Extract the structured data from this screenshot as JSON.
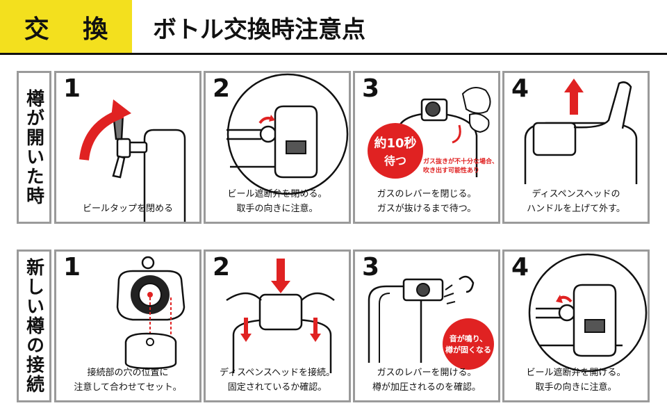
{
  "header": {
    "tag": "交 換",
    "title": "ボトル交換時注意点"
  },
  "colors": {
    "accent_yellow": "#f3e01e",
    "arrow_red": "#e02222",
    "border_gray": "#9a9a9a"
  },
  "sections": [
    {
      "label": "樽が開いた時",
      "steps": [
        {
          "num": "1",
          "caption": [
            "ビールタップを閉める"
          ]
        },
        {
          "num": "2",
          "caption": [
            "ビール遮断弁を閉める。",
            "取手の向きに注意。"
          ]
        },
        {
          "num": "3",
          "caption": [
            "ガスのレバーを閉じる。",
            "ガスが抜けるまで待つ。"
          ],
          "badge": [
            "約10秒",
            "待つ"
          ],
          "note": [
            "ガス抜きが不十分な場合、",
            "吹き出す可能性あり"
          ]
        },
        {
          "num": "4",
          "caption": [
            "ディスペンスヘッドの",
            "ハンドルを上げて外す。"
          ]
        }
      ]
    },
    {
      "label": "新しい樽の接続",
      "steps": [
        {
          "num": "1",
          "caption": [
            "接続部の穴の位置に",
            "注意して合わせてセット。"
          ]
        },
        {
          "num": "2",
          "caption": [
            "ディスペンスヘッドを接続。",
            "固定されているか確認。"
          ]
        },
        {
          "num": "3",
          "caption": [
            "ガスのレバーを開ける。",
            "樽が加圧されるのを確認。"
          ],
          "badge": [
            "音が鳴り、",
            "樽が固くなる"
          ]
        },
        {
          "num": "4",
          "caption": [
            "ビール遮断弁を開ける。",
            "取手の向きに注意。"
          ]
        }
      ]
    }
  ]
}
